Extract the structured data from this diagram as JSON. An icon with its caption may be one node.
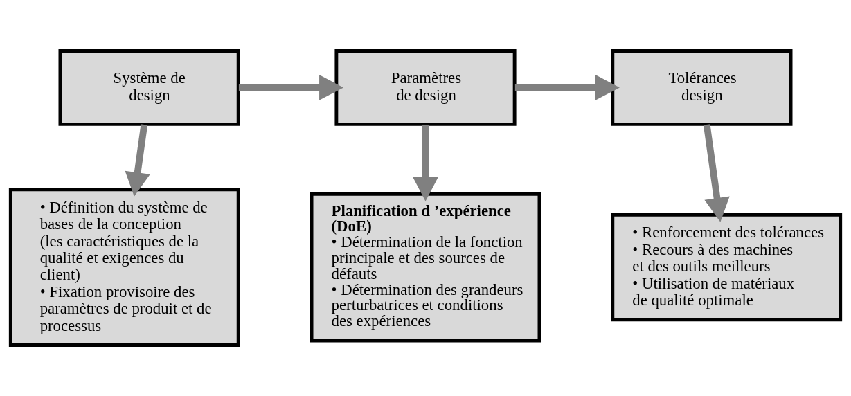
{
  "diagram": {
    "nodes": [
      {
        "text": [
          "Système de design"
        ]
      },
      {
        "text": [
          "Paramètres de design"
        ]
      },
      {
        "text": [
          "Tolérances design"
        ]
      },
      {
        "text": [
          "• Définition du système de bases de la conception",
          "(les caractéristiques de la qualité et exigences du client)",
          "• Fixation provisoire des paramètres de produit et de processus"
        ]
      },
      {
        "text": [
          "Planification d ’expérience (DoE)",
          "• Détermination de la fonction principale et des sources de défauts",
          "• Détermination des grandeurs perturbatrices et conditions des expériences"
        ]
      },
      {
        "text": [
          "• Renforcement des tolérances",
          "• Recours à des machines",
          "et des outils meilleurs",
          "• Utilisation de matériaux",
          "de qualité optimale"
        ]
      }
    ],
    "edges": [
      {
        "from": 0,
        "to": 1,
        "arrow": "to"
      },
      {
        "from": 1,
        "to": 2,
        "arrow": "to"
      },
      {
        "from": 0,
        "to": 3,
        "arrow": "to"
      },
      {
        "from": 1,
        "to": 4,
        "arrow": "to"
      },
      {
        "from": 2,
        "to": 5,
        "arrow": "to"
      }
    ]
  }
}
